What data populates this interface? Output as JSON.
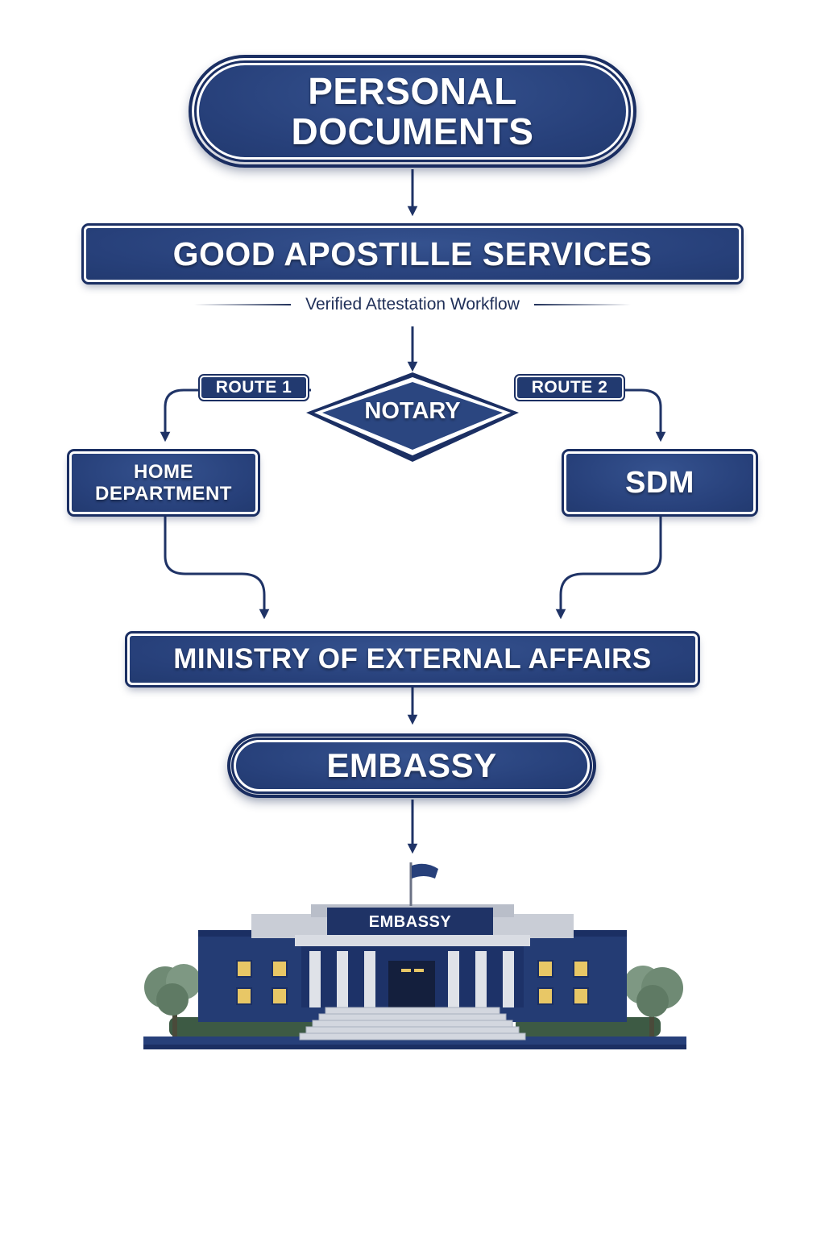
{
  "nodes": {
    "personal_documents": {
      "line1": "PERSONAL",
      "line2": "DOCUMENTS"
    },
    "service_banner": "GOOD APOSTILLE SERVICES",
    "subtitle": "Verified Attestation Workflow",
    "notary": "NOTARY",
    "route1": "ROUTE 1",
    "route2": "ROUTE 2",
    "home_department": {
      "line1": "HOME",
      "line2": "DEPARTMENT"
    },
    "sdm": "SDM",
    "mea": "MINISTRY OF EXTERNAL AFFAIRS",
    "embassy": "EMBASSY",
    "building_sign": "EMBASSY"
  },
  "colors": {
    "navy": "#2b4680",
    "navy_dark": "#1b2f63",
    "line": "#1f3366",
    "white": "#ffffff"
  }
}
